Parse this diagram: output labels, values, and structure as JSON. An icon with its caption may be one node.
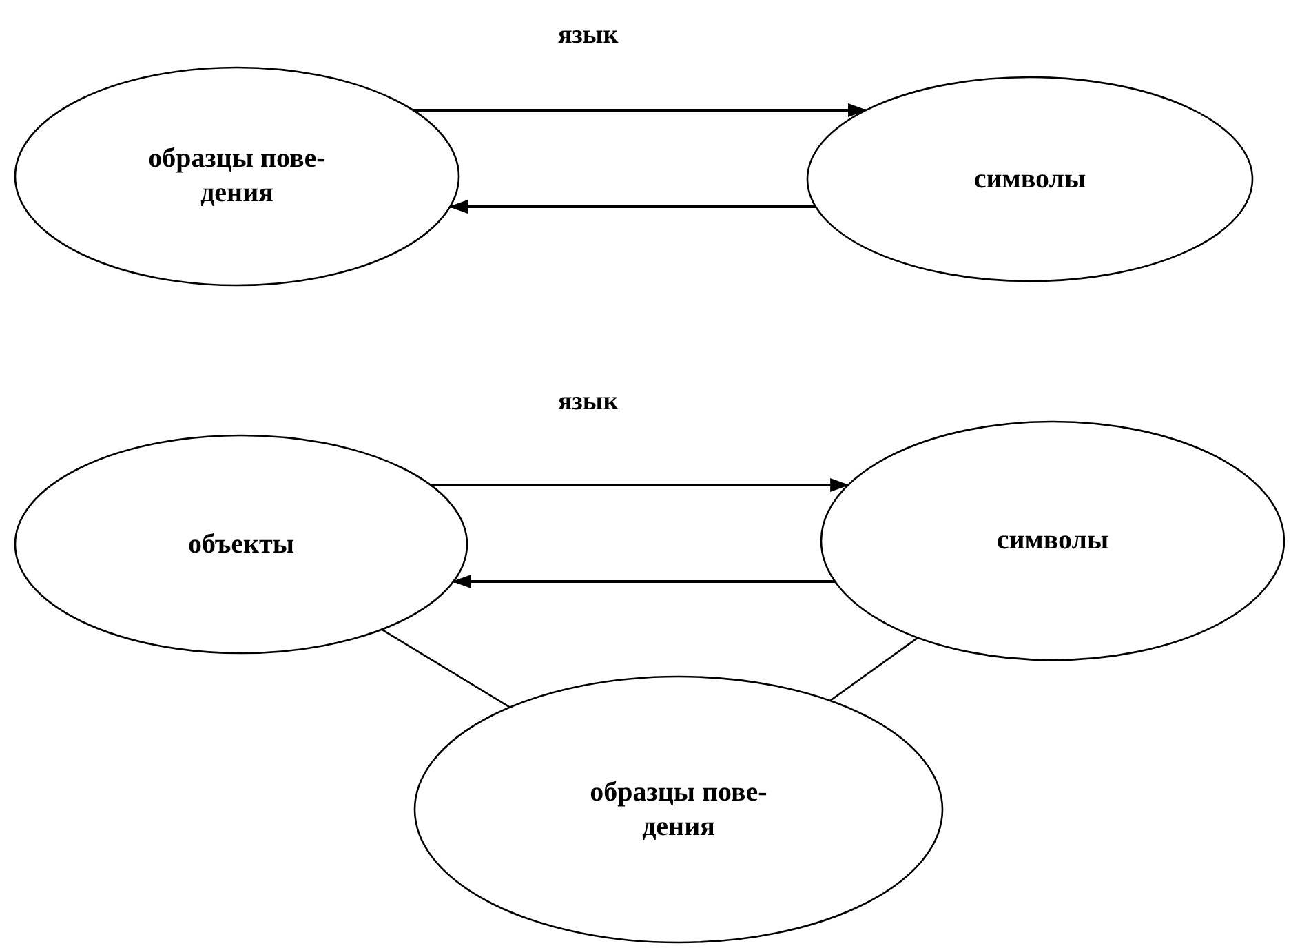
{
  "diagram": {
    "nodes": [
      {
        "text": [
          "образцы пове- дения"
        ]
      },
      {
        "text": [
          "символы"
        ]
      },
      {
        "text": [
          "объекты"
        ]
      },
      {
        "text": [
          "символы"
        ]
      },
      {
        "text": [
          "образцы пове- дения"
        ]
      }
    ],
    "edges": [
      {
        "from": 0,
        "to": 1,
        "arrow": "to"
      },
      {
        "from": 1,
        "to": 0,
        "arrow": "to"
      },
      {
        "from": 2,
        "to": 3,
        "arrow": "to"
      },
      {
        "from": 3,
        "to": 2,
        "arrow": "to"
      },
      {
        "from": 2,
        "to": 4,
        "arrow": "none"
      },
      {
        "from": 3,
        "to": 4,
        "arrow": "none"
      }
    ],
    "labels": [
      "язык",
      "язык"
    ]
  }
}
